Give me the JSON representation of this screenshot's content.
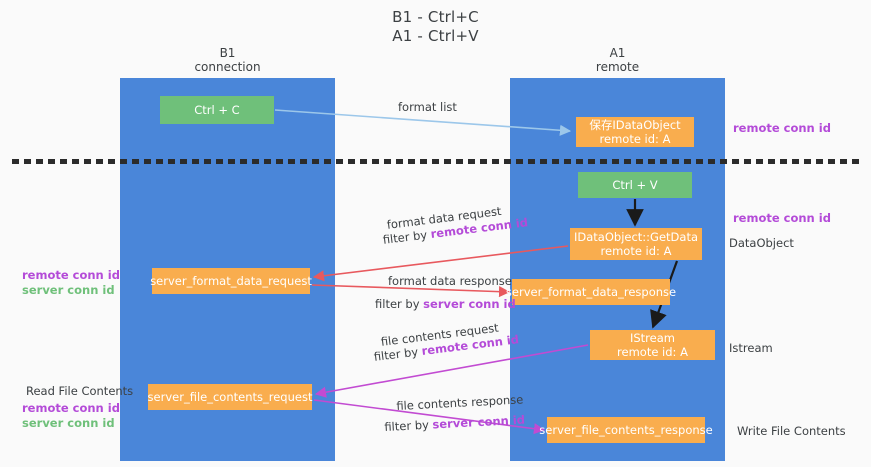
{
  "title": {
    "line1": "B1 - Ctrl+C",
    "line2": "A1 - Ctrl+V"
  },
  "columns": [
    {
      "id": "b1",
      "name": "B1",
      "role": "connection",
      "color": "#4a86d9"
    },
    {
      "id": "a1",
      "name": "A1",
      "role": "remote",
      "color": "#4a86d9"
    }
  ],
  "nodes": {
    "ctrl_c": {
      "line1": "Ctrl + C",
      "line2": "",
      "color": "#6fc07a"
    },
    "save_idataobject": {
      "line1": "保存IDataObject",
      "line2": "remote id: A",
      "color": "#f9ad4e"
    },
    "ctrl_v": {
      "line1": "Ctrl + V",
      "line2": "",
      "color": "#6fc07a"
    },
    "idataobject_getdata": {
      "line1": "IDataObject::GetData",
      "line2": "remote id: A",
      "color": "#f9ad4e"
    },
    "server_format_data_request": {
      "line1": "server_format_data_request",
      "line2": "",
      "color": "#f9ad4e"
    },
    "server_format_data_response": {
      "line1": "server_format_data_response",
      "line2": "",
      "color": "#f9ad4e"
    },
    "istream": {
      "line1": "IStream",
      "line2": "remote id: A",
      "color": "#f9ad4e"
    },
    "server_file_contents_request": {
      "line1": "server_file_contents_request",
      "line2": "",
      "color": "#f9ad4e"
    },
    "server_file_contents_response": {
      "line1": "server_file_contents_response",
      "line2": "",
      "color": "#f9ad4e"
    }
  },
  "edges": {
    "format_list": {
      "label": "format list",
      "color": "#9cc7ea"
    },
    "format_data_request": {
      "label": "format data request",
      "filter_prefix": "filter by ",
      "filter_key": "remote conn id",
      "color": "#e8595e"
    },
    "format_data_response": {
      "label": "format data response",
      "filter_prefix": "filter by ",
      "filter_key": "server conn id",
      "color": "#e8595e"
    },
    "file_contents_request": {
      "label": "file contents request",
      "filter_prefix": "filter by ",
      "filter_key": "remote conn id",
      "color": "#c24bd2"
    },
    "file_contents_response": {
      "label": "file contents response",
      "filter_prefix": "filter by ",
      "filter_key": "server conn id",
      "color": "#c24bd2"
    }
  },
  "side_labels": {
    "right_remote_conn_id_top": "remote conn id",
    "right_remote_conn_id_mid": "remote conn id",
    "right_dataobject": "DataObject",
    "right_istream": "Istream",
    "right_write_file_contents": "Write File Contents",
    "left_remote_conn_id_mid": "remote conn id",
    "left_server_conn_id_mid": "server conn id",
    "left_read_file_contents": "Read File Contents",
    "left_remote_conn_id_bottom": "remote conn id",
    "left_server_conn_id_bottom": "server conn id"
  },
  "colors": {
    "background": "#fafafa",
    "band": "#4a86d9",
    "green_node": "#6fc07a",
    "orange_node": "#f9ad4e",
    "purple_text": "#b44bd8",
    "green_text": "#6fc07a",
    "red_arrow": "#e8595e",
    "magenta_arrow": "#c24bd2",
    "light_blue_arrow": "#9cc7ea",
    "black_arrow": "#1a1a1a",
    "divider": "#2b2b2b",
    "text": "#3c4043"
  }
}
